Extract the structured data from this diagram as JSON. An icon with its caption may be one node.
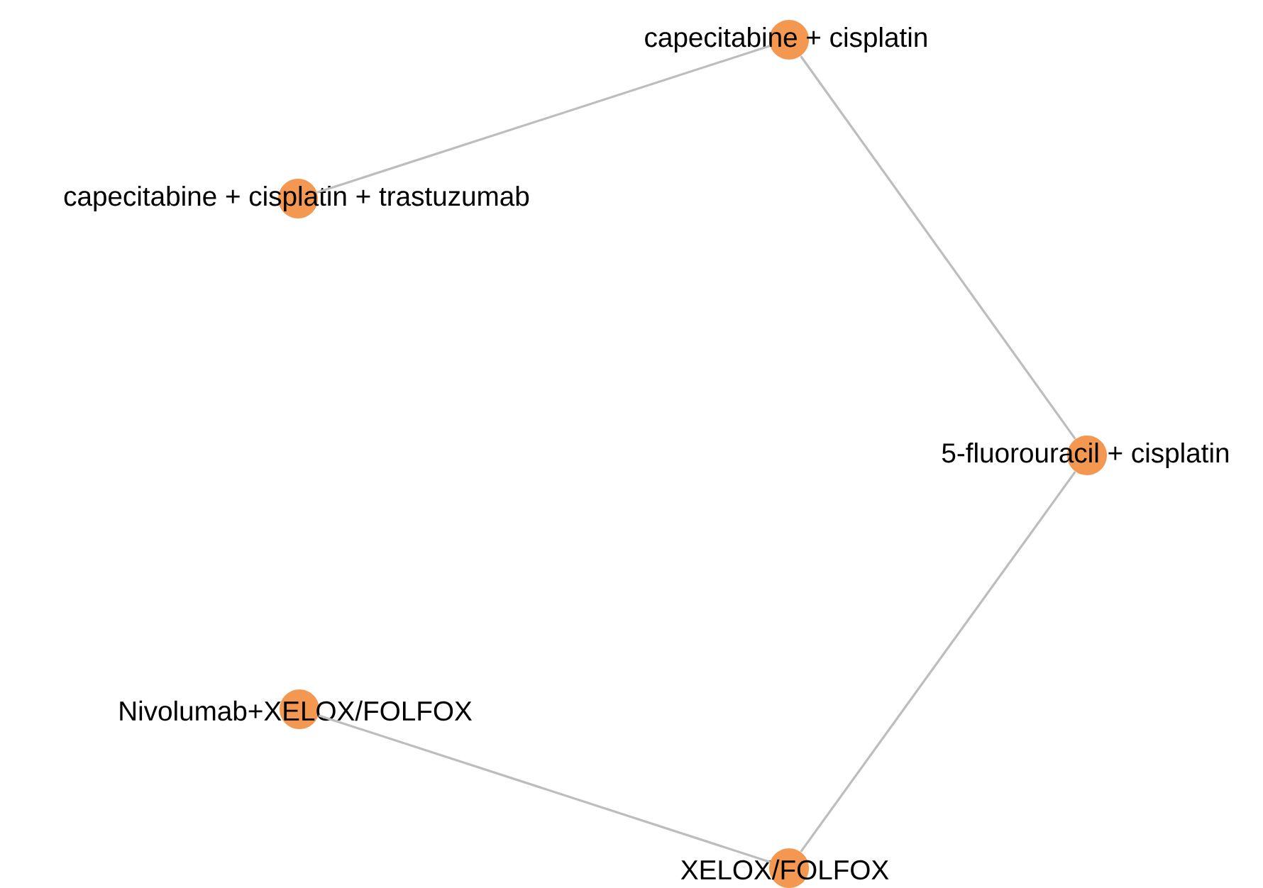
{
  "diagram": {
    "nodes": [
      {
        "text": [
          "capecitabine + cisplatin"
        ]
      },
      {
        "text": [
          "capecitabine + cisplatin + trastuzumab"
        ]
      },
      {
        "text": [
          "5-fluorouracil + cisplatin"
        ]
      },
      {
        "text": [
          "Nivolumab+XELOX/FOLFOX"
        ]
      },
      {
        "text": [
          "XELOX/FOLFOX"
        ]
      }
    ],
    "edges": [
      {
        "from": 0,
        "to": 1,
        "arrow": "none"
      },
      {
        "from": 0,
        "to": 2,
        "arrow": "none"
      },
      {
        "from": 2,
        "to": 4,
        "arrow": "none"
      },
      {
        "from": 3,
        "to": 4,
        "arrow": "none"
      }
    ]
  }
}
